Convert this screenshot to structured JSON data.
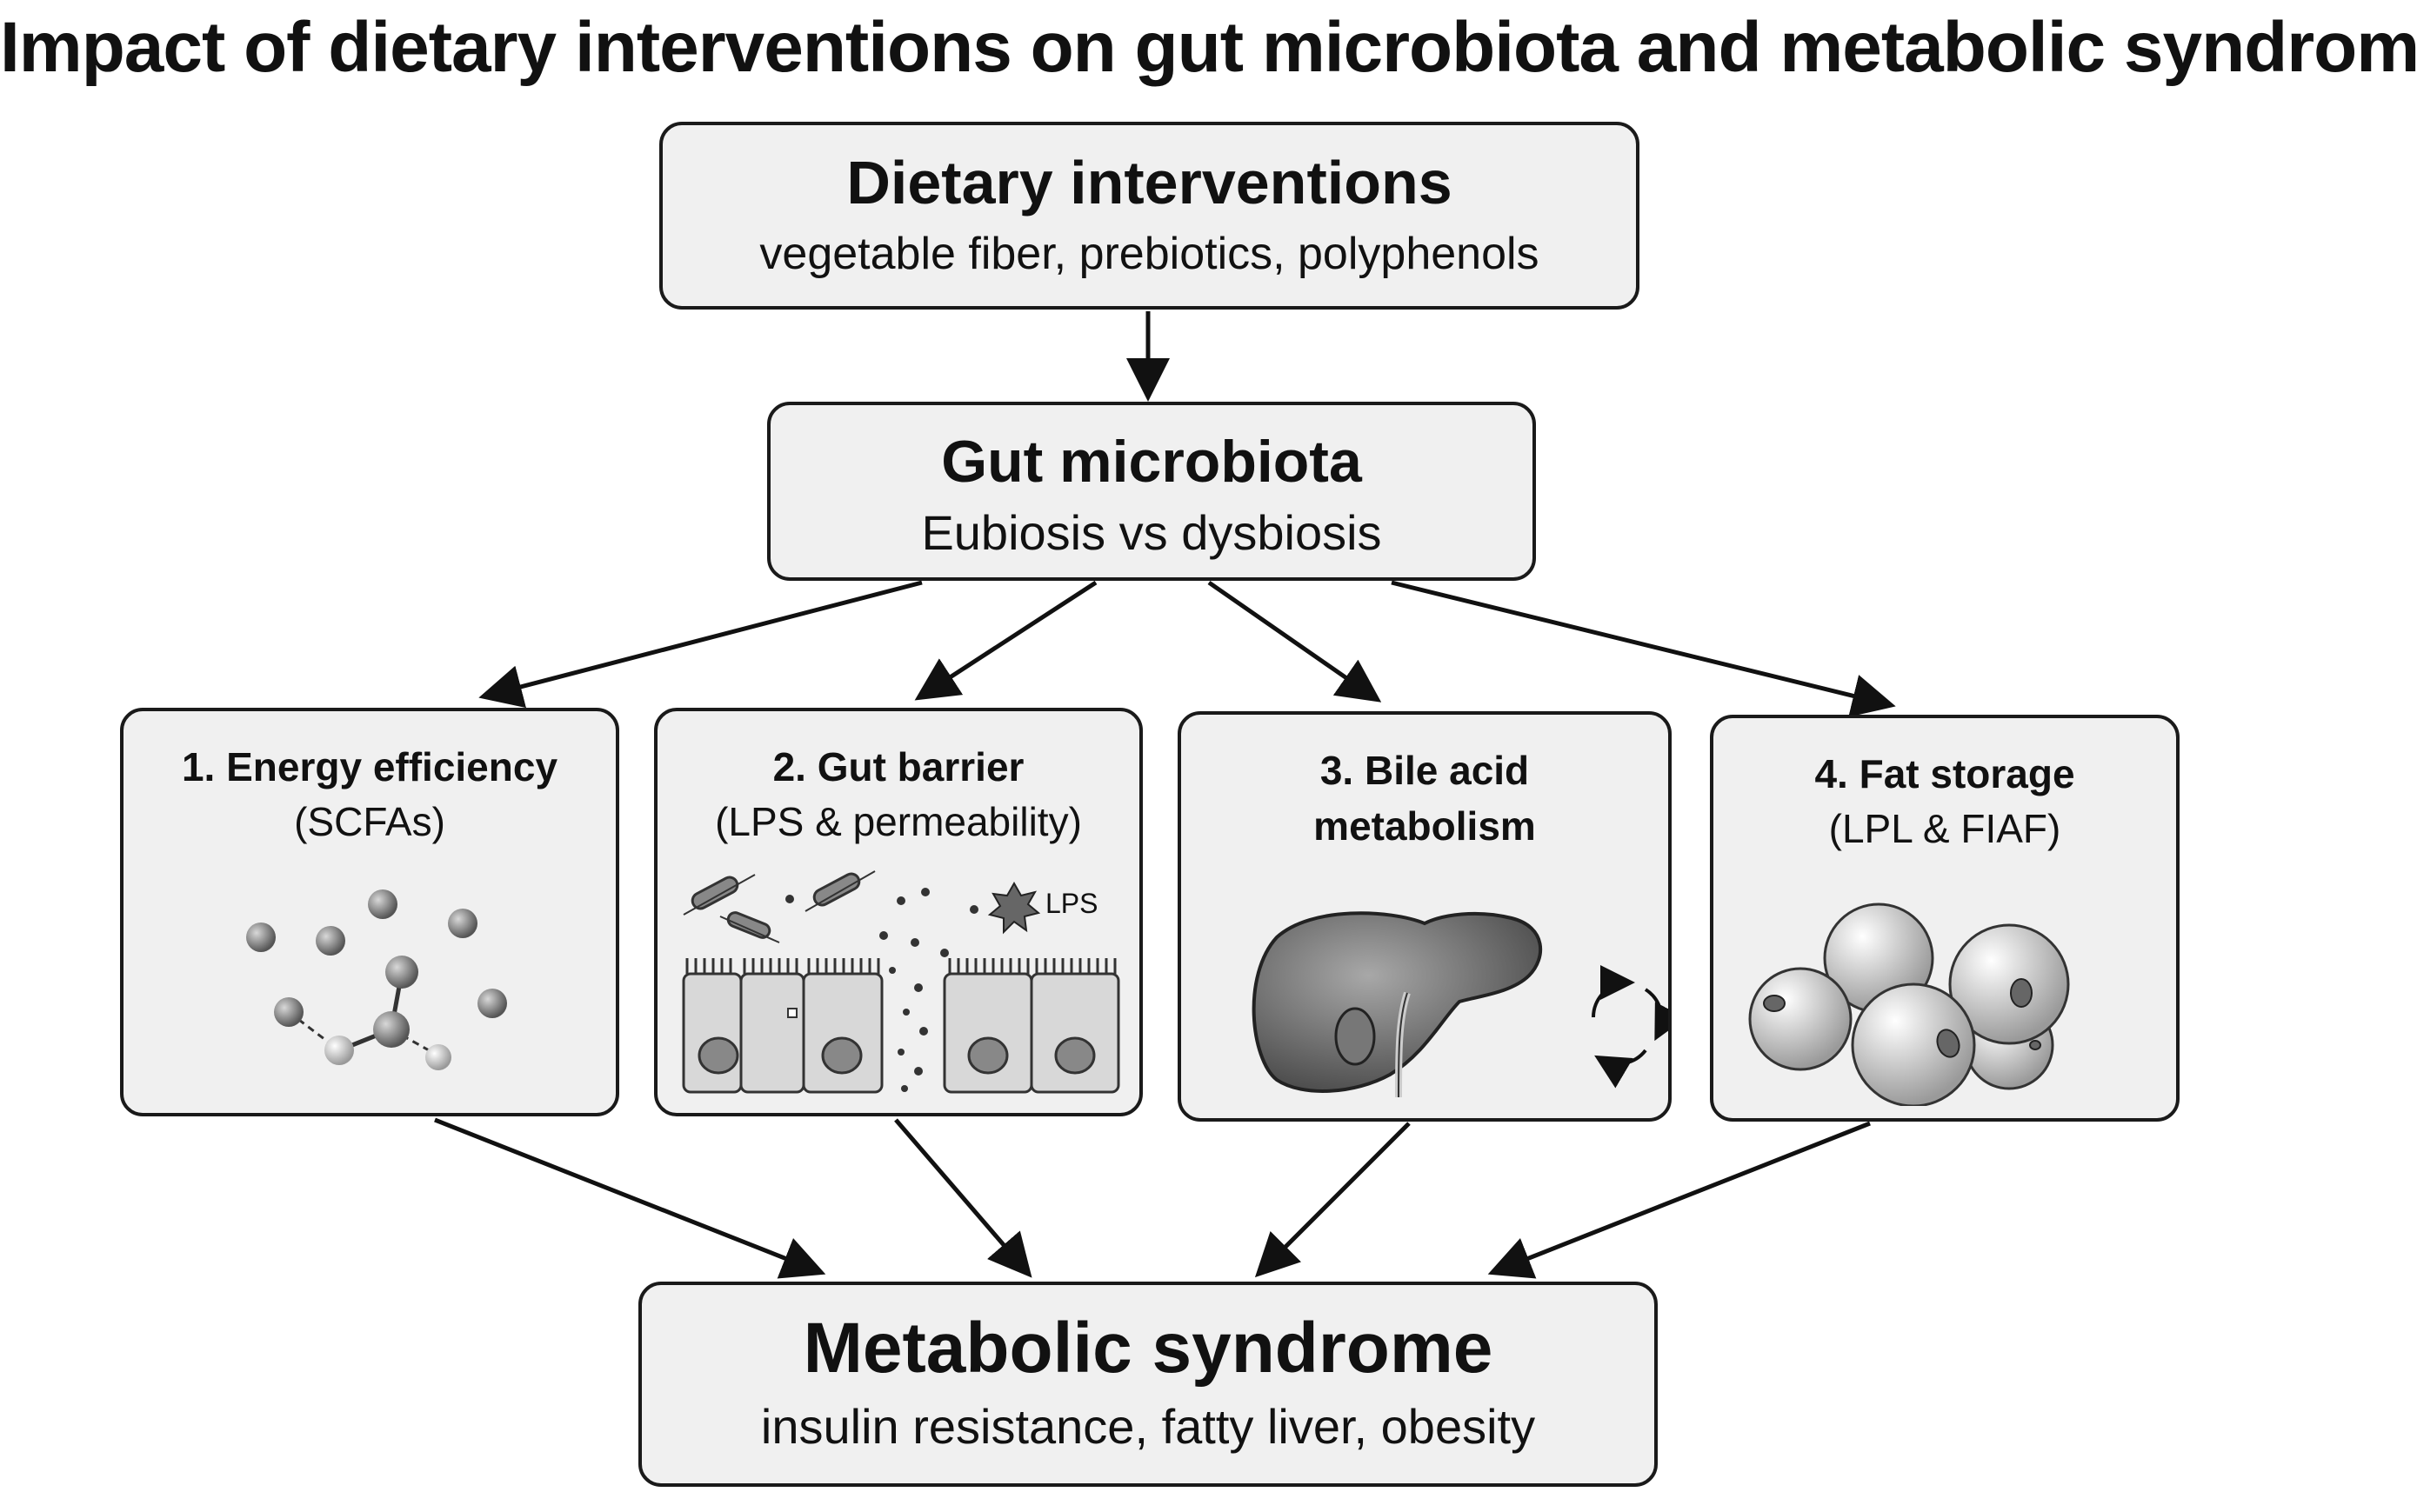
{
  "title": "Impact of dietary interventions on gut microbiota and metabolic syndrome",
  "nodes": {
    "dietary": {
      "heading": "Dietary interventions",
      "subtitle": "vegetable fiber, prebiotics, polyphenols"
    },
    "microbiota": {
      "heading": "Gut microbiota",
      "subtitle": "Eubiosis vs dysbiosis"
    },
    "energy": {
      "heading": "1. Energy efficiency",
      "subtitle": "(SCFAs)"
    },
    "barrier": {
      "heading": "2. Gut barrier",
      "subtitle": "(LPS & permeability)",
      "lps_label": "LPS"
    },
    "bile": {
      "heading_line1": "3. Bile acid",
      "heading_line2": "metabolism"
    },
    "fat": {
      "heading": "4. Fat storage",
      "subtitle": "(LPL & FIAF)"
    },
    "metabolic": {
      "heading": "Metabolic syndrome",
      "subtitle": "insulin resistance, fatty liver, obesity"
    }
  },
  "edges": [
    {
      "from": "dietary",
      "to": "microbiota"
    },
    {
      "from": "microbiota",
      "to": "energy"
    },
    {
      "from": "microbiota",
      "to": "barrier"
    },
    {
      "from": "microbiota",
      "to": "bile"
    },
    {
      "from": "microbiota",
      "to": "fat"
    },
    {
      "from": "energy",
      "to": "metabolic"
    },
    {
      "from": "barrier",
      "to": "metabolic"
    },
    {
      "from": "bile",
      "to": "metabolic"
    },
    {
      "from": "fat",
      "to": "metabolic"
    }
  ],
  "colors": {
    "box_fill": "#f0f0f0",
    "border": "#1a1a1a",
    "arrow": "#111111"
  }
}
